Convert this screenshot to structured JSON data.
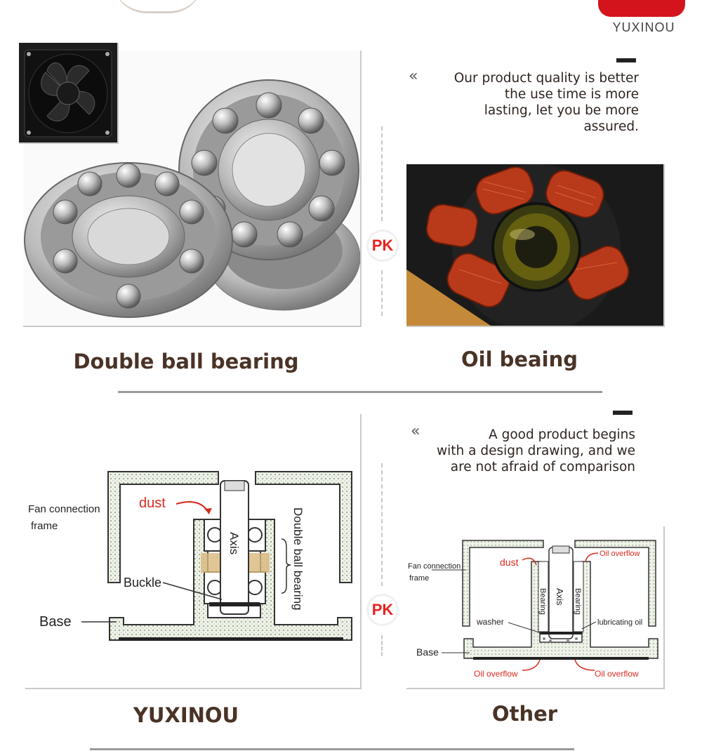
{
  "brand": {
    "logo_text": "YUXINOU",
    "accent": "#d4141c"
  },
  "pk_label": "PK",
  "section1": {
    "text": [
      "Our product quality is better",
      "the use time is more",
      "lasting, let you be more",
      "assured."
    ],
    "left_caption": "Double ball bearing",
    "right_caption": "Oil beaing"
  },
  "section2": {
    "text": [
      "A good product begins",
      "with a design drawing, and we",
      "are not afraid of comparison"
    ],
    "left_caption": "YUXINOU",
    "right_caption": "Other",
    "left_diagram": {
      "fan_frame": "Fan connection",
      "fan_frame2": "frame",
      "dust": "dust",
      "axis": "Axis",
      "double_ball": "Double ball bearing",
      "buckle": "Buckle",
      "base": "Base"
    },
    "right_diagram": {
      "fan_frame": "Fan connection",
      "fan_frame2": "frame",
      "dust": "dust",
      "oil_overflow": "Oil overflow",
      "bearing": "Bearing",
      "axis": "Axis",
      "washer": "washer",
      "lubricating": "lubricating oil",
      "base": "Base"
    }
  },
  "colors": {
    "caption": "#4a3326",
    "pk": "#e8231f",
    "coil": "#b83a1a",
    "label_red": "#d92b20"
  }
}
